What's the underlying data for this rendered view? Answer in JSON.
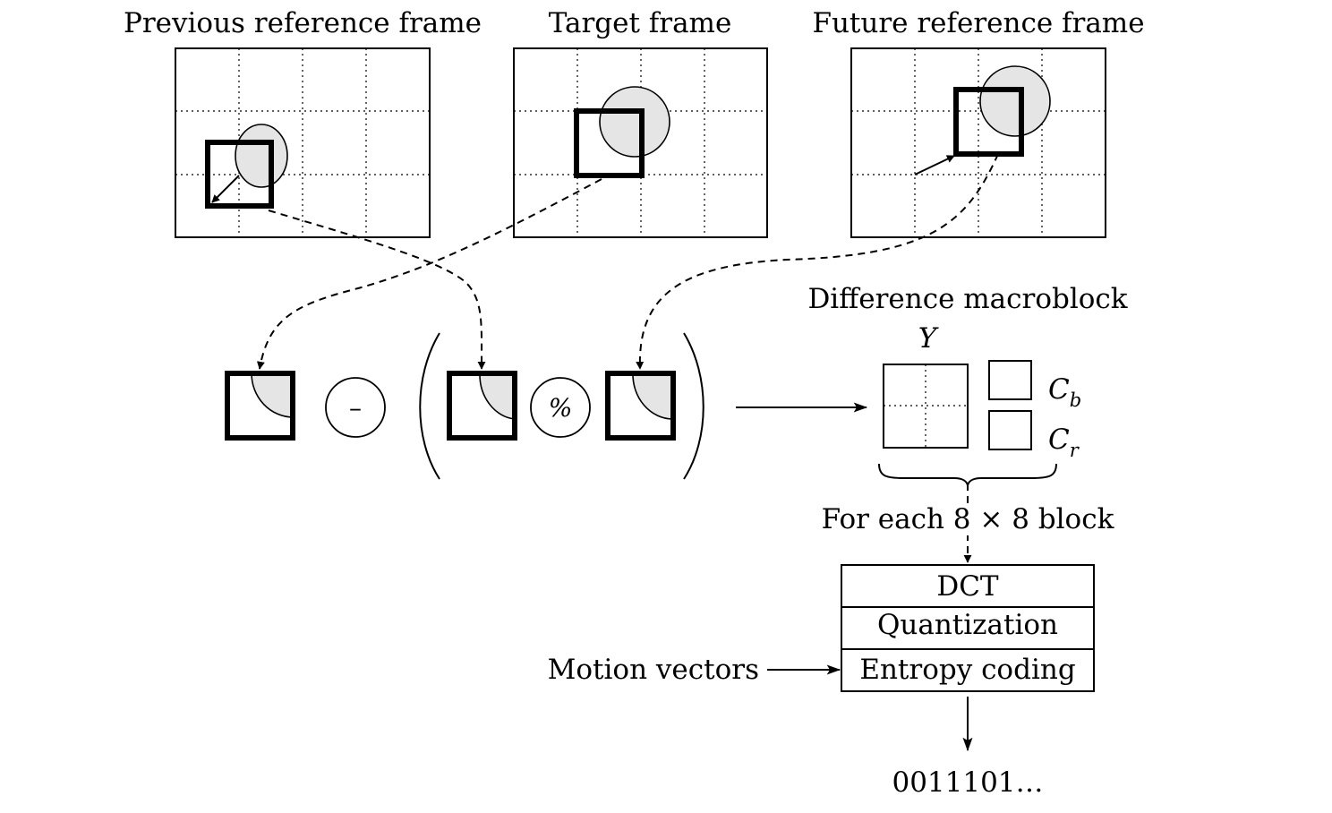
{
  "frames": {
    "previous": "Previous reference frame",
    "target": "Target frame",
    "future": "Future reference frame"
  },
  "equation": {
    "minus_symbol": "–",
    "combine_symbol": "%"
  },
  "difference_macroblock": {
    "title": "Difference macroblock",
    "y_label": "Y",
    "cb_label": "C",
    "cb_sub": "b",
    "cr_label": "C",
    "cr_sub": "r"
  },
  "block_step_label": "For each 8 × 8 block",
  "pipeline": {
    "steps": [
      "DCT",
      "Quantization",
      "Entropy coding"
    ]
  },
  "motion_vectors_label": "Motion vectors",
  "output_bits": "0011101…"
}
